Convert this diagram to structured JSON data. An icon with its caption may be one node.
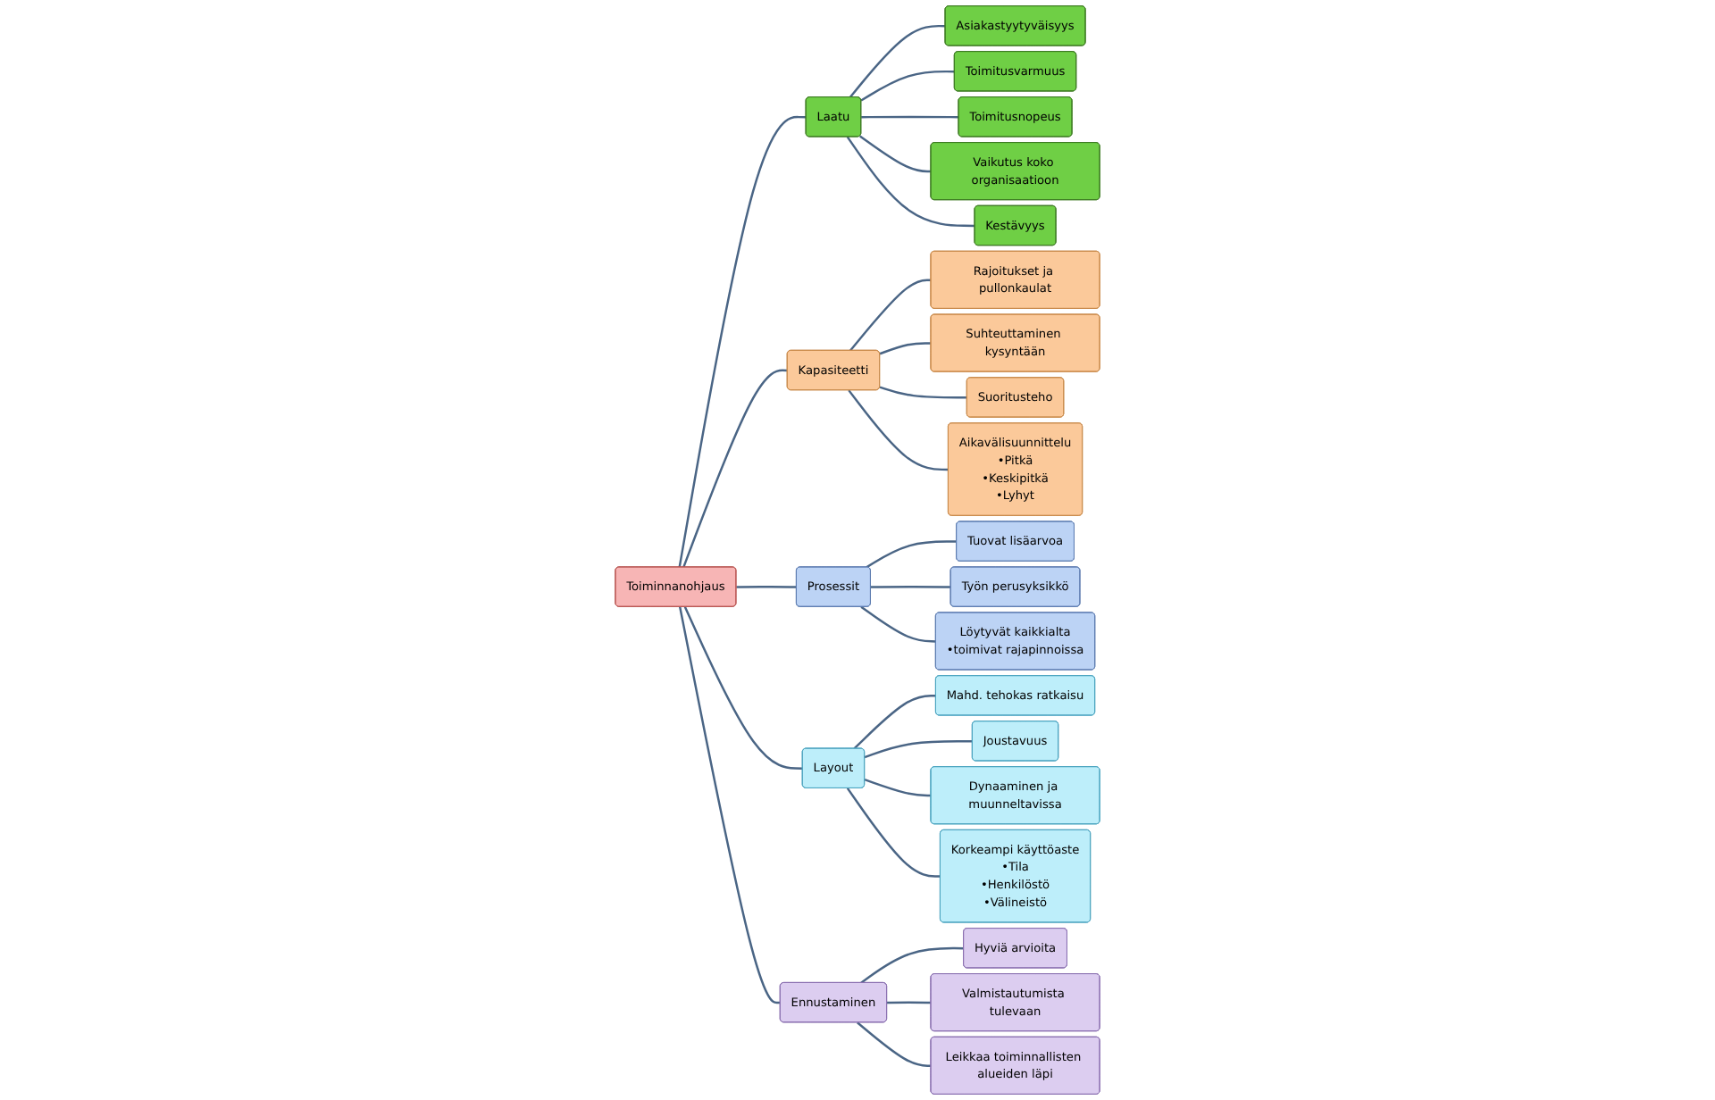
{
  "diagram": {
    "nodes": [
      {
        "text": [
          "Toiminnanohjaus"
        ]
      },
      {
        "text": [
          "Laatu"
        ]
      },
      {
        "text": [
          "Asiakastyytyväisyys"
        ]
      },
      {
        "text": [
          "Toimitusvarmuus"
        ]
      },
      {
        "text": [
          "Toimitusnopeus"
        ]
      },
      {
        "text": [
          "Vaikutus koko organisaatioon"
        ]
      },
      {
        "text": [
          "Kestävyys"
        ]
      },
      {
        "text": [
          "Kapasiteetti"
        ]
      },
      {
        "text": [
          "Rajoitukset ja pullonkaulat"
        ]
      },
      {
        "text": [
          "Suhteuttaminen kysyntään"
        ]
      },
      {
        "text": [
          "Suoritusteho"
        ]
      },
      {
        "text": [
          "Aikavälisuunnittelu",
          "•Pitkä",
          "•Keskipitkä",
          "•Lyhyt"
        ]
      },
      {
        "text": [
          "Prosessit"
        ]
      },
      {
        "text": [
          "Tuovat lisäarvoa"
        ]
      },
      {
        "text": [
          "Työn perusyksikkö"
        ]
      },
      {
        "text": [
          "Löytyvät kaikkialta",
          "•toimivat rajapinnoissa"
        ]
      },
      {
        "text": [
          "Layout"
        ]
      },
      {
        "text": [
          "Mahd. tehokas ratkaisu"
        ]
      },
      {
        "text": [
          "Joustavuus"
        ]
      },
      {
        "text": [
          "Dynaaminen ja muunneltavissa"
        ]
      },
      {
        "text": [
          "Korkeampi käyttöaste",
          "•Tila",
          "•Henkilöstö",
          "•Välineistö"
        ]
      },
      {
        "text": [
          "Ennustaminen"
        ]
      },
      {
        "text": [
          "Hyviä arvioita"
        ]
      },
      {
        "text": [
          "Valmistautumista tulevaan"
        ]
      },
      {
        "text": [
          "Leikkaa toiminnallisten alueiden läpi"
        ]
      }
    ],
    "edges": [
      {
        "from": 0,
        "to": 1,
        "arrow": "none"
      },
      {
        "from": 1,
        "to": 2,
        "arrow": "none"
      },
      {
        "from": 1,
        "to": 3,
        "arrow": "none"
      },
      {
        "from": 1,
        "to": 4,
        "arrow": "none"
      },
      {
        "from": 1,
        "to": 5,
        "arrow": "none"
      },
      {
        "from": 1,
        "to": 6,
        "arrow": "none"
      },
      {
        "from": 0,
        "to": 7,
        "arrow": "none"
      },
      {
        "from": 7,
        "to": 8,
        "arrow": "none"
      },
      {
        "from": 7,
        "to": 9,
        "arrow": "none"
      },
      {
        "from": 7,
        "to": 10,
        "arrow": "none"
      },
      {
        "from": 7,
        "to": 11,
        "arrow": "none"
      },
      {
        "from": 0,
        "to": 12,
        "arrow": "none"
      },
      {
        "from": 12,
        "to": 13,
        "arrow": "none"
      },
      {
        "from": 12,
        "to": 14,
        "arrow": "none"
      },
      {
        "from": 12,
        "to": 15,
        "arrow": "none"
      },
      {
        "from": 0,
        "to": 16,
        "arrow": "none"
      },
      {
        "from": 16,
        "to": 17,
        "arrow": "none"
      },
      {
        "from": 16,
        "to": 18,
        "arrow": "none"
      },
      {
        "from": 16,
        "to": 19,
        "arrow": "none"
      },
      {
        "from": 16,
        "to": 20,
        "arrow": "none"
      },
      {
        "from": 0,
        "to": 21,
        "arrow": "none"
      },
      {
        "from": 21,
        "to": 22,
        "arrow": "none"
      },
      {
        "from": 21,
        "to": 23,
        "arrow": "none"
      },
      {
        "from": 21,
        "to": 24,
        "arrow": "none"
      }
    ]
  }
}
